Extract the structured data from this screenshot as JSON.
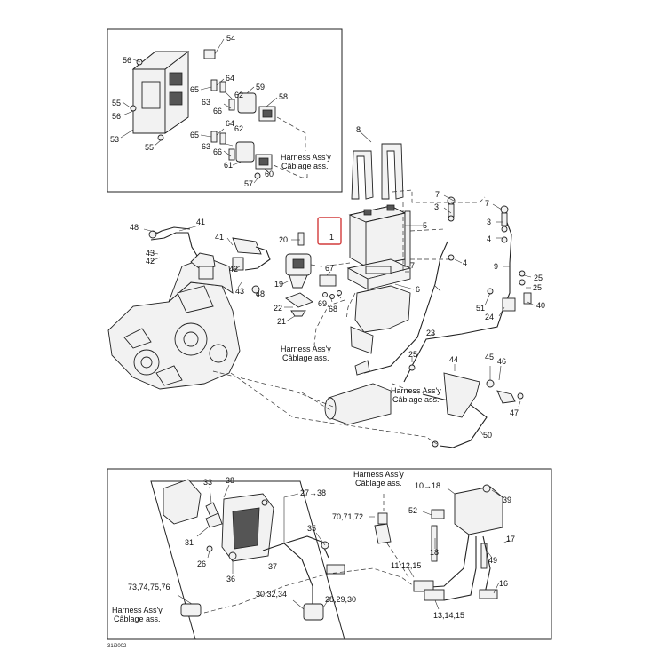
{
  "diagram": {
    "drawing_code": "31i2002",
    "highlight_color": "#d23b3b",
    "harness_note": {
      "en": "Harness Ass'y",
      "fr": "Câblage ass."
    },
    "labels": {
      "n1": "1",
      "n3a": "3",
      "n3b": "3",
      "n4a": "4",
      "n4b": "4",
      "n5": "5",
      "n6": "6",
      "n7": "7",
      "n8": "8",
      "n9": "9",
      "n10_18": "10→18",
      "n11_12_15": "11,12,15",
      "n13_14_15": "13,14,15",
      "n16": "16",
      "n17": "17",
      "n18": "18",
      "n19": "19",
      "n20": "20",
      "n21": "21",
      "n22": "22",
      "n23": "23",
      "n24": "24",
      "n25a": "25",
      "n25b": "25",
      "n26": "26",
      "n27_38": "27→38",
      "n28_29_30": "28,29,30",
      "n30_32_34": "30,32,34",
      "n31": "31",
      "n33": "33",
      "n35": "35",
      "n36": "36",
      "n37": "37",
      "n38": "38",
      "n39": "39",
      "n40": "40",
      "n41a": "41",
      "n41b": "41",
      "n42a": "42",
      "n42b": "42",
      "n43a": "43",
      "n43b": "43",
      "n44": "44",
      "n45": "45",
      "n46": "46",
      "n47": "47",
      "n48a": "48",
      "n48b": "48",
      "n49": "49",
      "n50": "50",
      "n51": "51",
      "n52": "52",
      "n53": "53",
      "n54": "54",
      "n55a": "55",
      "n55b": "55",
      "n56a": "56",
      "n56b": "56",
      "n57": "57",
      "n58": "58",
      "n59": "59",
      "n60": "60",
      "n61": "61",
      "n62a": "62",
      "n62b": "62",
      "n63a": "63",
      "n63b": "63",
      "n64a": "64",
      "n64b": "64",
      "n65a": "65",
      "n65b": "65",
      "n66a": "66",
      "n66b": "66",
      "n67": "67",
      "n68": "68",
      "n69": "69",
      "n70_71_72": "70,71,72",
      "n73_76": "73,74,75,76"
    }
  }
}
